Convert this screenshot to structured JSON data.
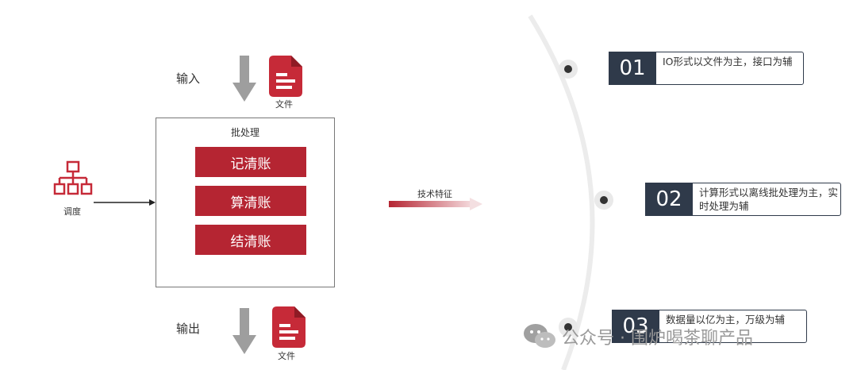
{
  "input_label": "输入",
  "input_file_label": "文件",
  "output_label": "输出",
  "output_file_label": "文件",
  "scheduler_label": "调度",
  "batch_title": "批处理",
  "steps": [
    "记清账",
    "算清账",
    "结清账"
  ],
  "feature_arrow_label": "技术特征",
  "features": [
    {
      "num": "01",
      "text": "IO形式以文件为主，接口为辅"
    },
    {
      "num": "02",
      "text": "计算形式以离线批处理为主，实时处理为辅"
    },
    {
      "num": "03",
      "text": "数据量以亿为主，万级为辅"
    }
  ],
  "watermark": "公众号 · 围炉喝茶聊产品",
  "colors": {
    "accent": "#b52532",
    "dark": "#2f3a4a",
    "arrow_gray": "#9e9e9e"
  }
}
